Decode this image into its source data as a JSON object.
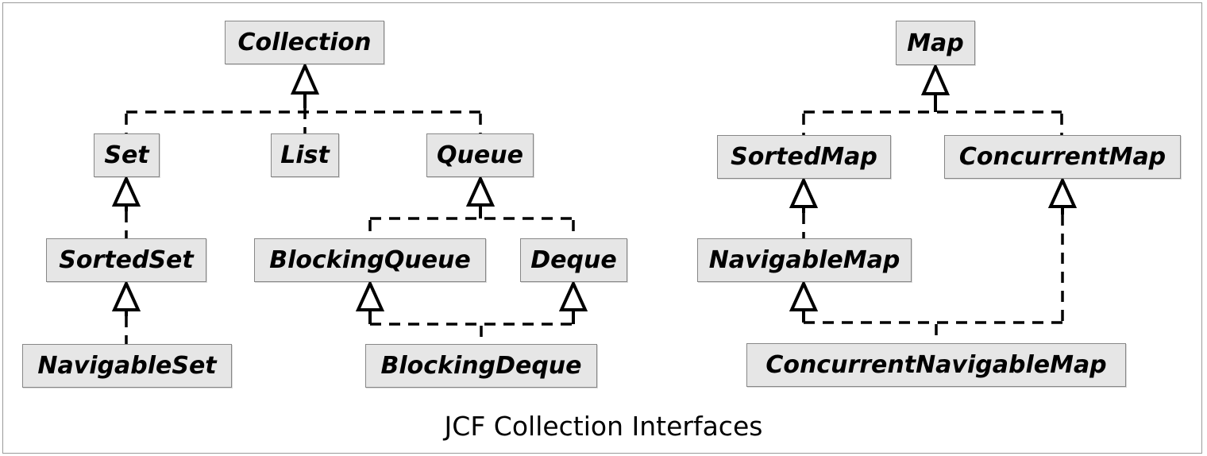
{
  "diagram": {
    "caption": "JCF Collection Interfaces",
    "nodes": {
      "collection": {
        "label": "Collection"
      },
      "set": {
        "label": "Set"
      },
      "list": {
        "label": "List"
      },
      "queue": {
        "label": "Queue"
      },
      "sortedset": {
        "label": "SortedSet"
      },
      "blockingqueue": {
        "label": "BlockingQueue"
      },
      "deque": {
        "label": "Deque"
      },
      "navigableset": {
        "label": "NavigableSet"
      },
      "blockingdeque": {
        "label": "BlockingDeque"
      },
      "map": {
        "label": "Map"
      },
      "sortedmap": {
        "label": "SortedMap"
      },
      "concurrentmap": {
        "label": "ConcurrentMap"
      },
      "navigablemap": {
        "label": "NavigableMap"
      },
      "concurrentnavigablemap": {
        "label": "ConcurrentNavigableMap"
      }
    },
    "edges": [
      {
        "from": "Set",
        "to": "Collection",
        "relation": "extends"
      },
      {
        "from": "List",
        "to": "Collection",
        "relation": "extends"
      },
      {
        "from": "Queue",
        "to": "Collection",
        "relation": "extends"
      },
      {
        "from": "SortedSet",
        "to": "Set",
        "relation": "extends"
      },
      {
        "from": "NavigableSet",
        "to": "SortedSet",
        "relation": "extends"
      },
      {
        "from": "BlockingQueue",
        "to": "Queue",
        "relation": "extends"
      },
      {
        "from": "Deque",
        "to": "Queue",
        "relation": "extends"
      },
      {
        "from": "BlockingDeque",
        "to": "BlockingQueue",
        "relation": "extends"
      },
      {
        "from": "BlockingDeque",
        "to": "Deque",
        "relation": "extends"
      },
      {
        "from": "SortedMap",
        "to": "Map",
        "relation": "extends"
      },
      {
        "from": "ConcurrentMap",
        "to": "Map",
        "relation": "extends"
      },
      {
        "from": "NavigableMap",
        "to": "SortedMap",
        "relation": "extends"
      },
      {
        "from": "ConcurrentNavigableMap",
        "to": "NavigableMap",
        "relation": "extends"
      },
      {
        "from": "ConcurrentNavigableMap",
        "to": "ConcurrentMap",
        "relation": "extends"
      }
    ],
    "notation": "UML dashed lines with hollow triangle arrowheads pointing at the parent interface",
    "colors": {
      "background": "#ffffff",
      "box_fill": "#e6e6e6",
      "box_border": "#878787",
      "line": "#000000",
      "text": "#000000",
      "frame": "#9a9a9a"
    }
  }
}
